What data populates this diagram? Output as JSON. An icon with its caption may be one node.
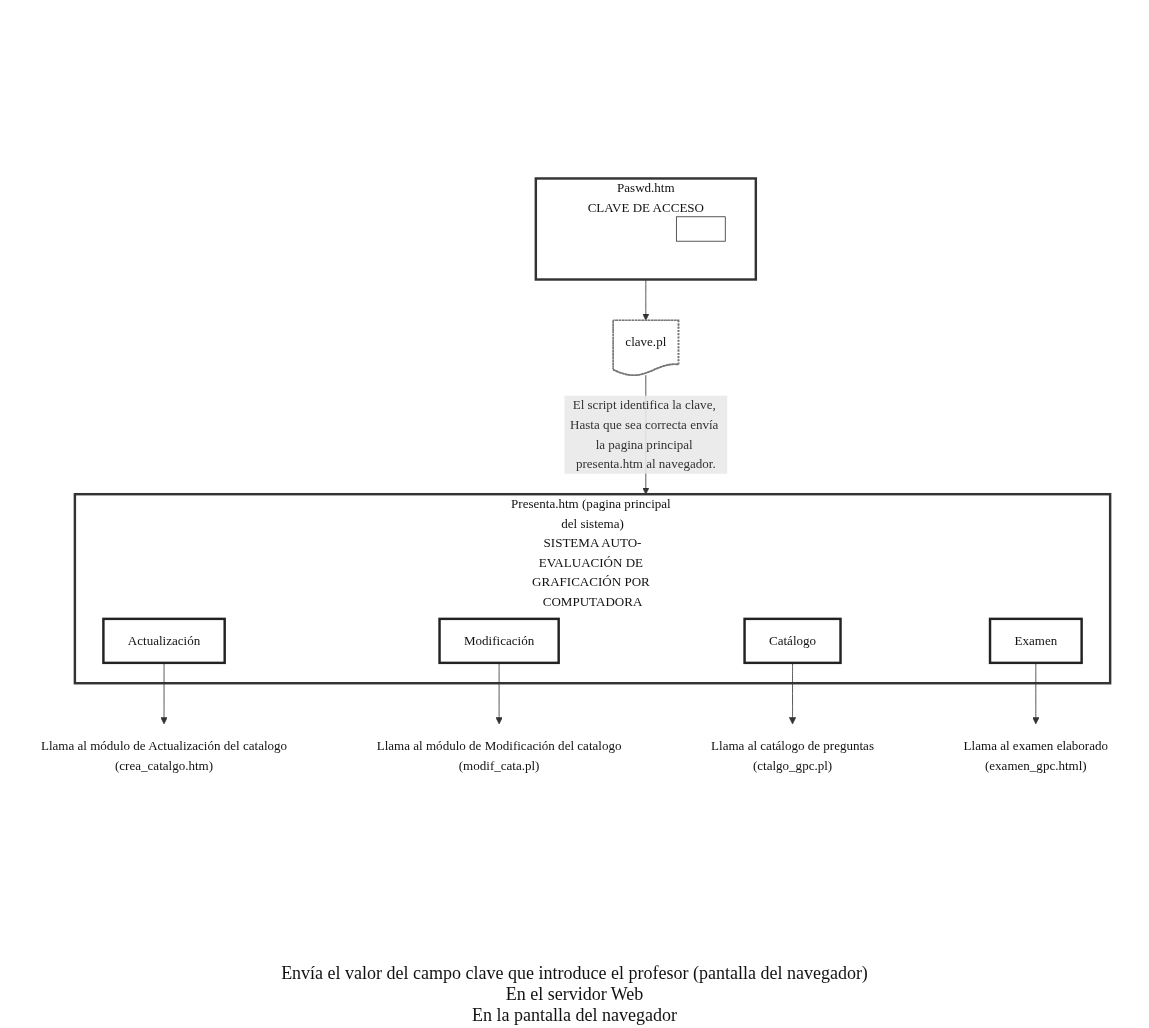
{
  "diagram": {
    "nodes": [
      {
        "text": [
          "Paswd.htm",
          "CLAVE DE ACCESO"
        ]
      },
      {
        "text": [],
        "shape": "box",
        "in": 0
      },
      {
        "text": [
          "clave.pl"
        ]
      },
      {
        "text": [
          "Presenta.htm (pagina principal del sistema)",
          "SISTEMA AUTO-EVALUACIÓN DE GRAFICACIÓN POR COMPUTADORA"
        ]
      },
      {
        "text": [
          "Actualización"
        ],
        "in": 3
      },
      {
        "text": [
          "Modificación"
        ],
        "in": 3
      },
      {
        "text": [
          "Catálogo"
        ],
        "in": 3
      },
      {
        "text": [
          "Examen"
        ],
        "in": 3
      },
      {
        "text": [
          "Llama al módulo de Actualización del catalogo",
          "(crea_catalgo.htm)"
        ]
      },
      {
        "text": [
          "Llama al módulo de Modificación del catalogo",
          "(modif_cata.pl)"
        ]
      },
      {
        "text": [
          "Llama al catálogo de preguntas",
          "(ctalgo_gpc.pl)"
        ]
      },
      {
        "text": [
          "Llama al examen elaborado",
          "(examen_gpc.html)"
        ]
      }
    ],
    "edges": [
      {
        "from": 0,
        "to": 2,
        "arrow": "to"
      },
      {
        "from": 2,
        "to": 3,
        "arrow": "to",
        "label": "El script identifica la clave, Hasta que sea correcta envía la pagina principal presenta.htm al navegador."
      },
      {
        "from": 4,
        "to": 8,
        "arrow": "to"
      },
      {
        "from": 5,
        "to": 9,
        "arrow": "to"
      },
      {
        "from": 6,
        "to": 10,
        "arrow": "to"
      },
      {
        "from": 7,
        "to": 11,
        "arrow": "to"
      }
    ],
    "labels": [
      "Envía el valor del campo clave que introduce el profesor (pantalla del navegador)",
      "En el servidor Web",
      "En la pantalla del navegador"
    ]
  }
}
